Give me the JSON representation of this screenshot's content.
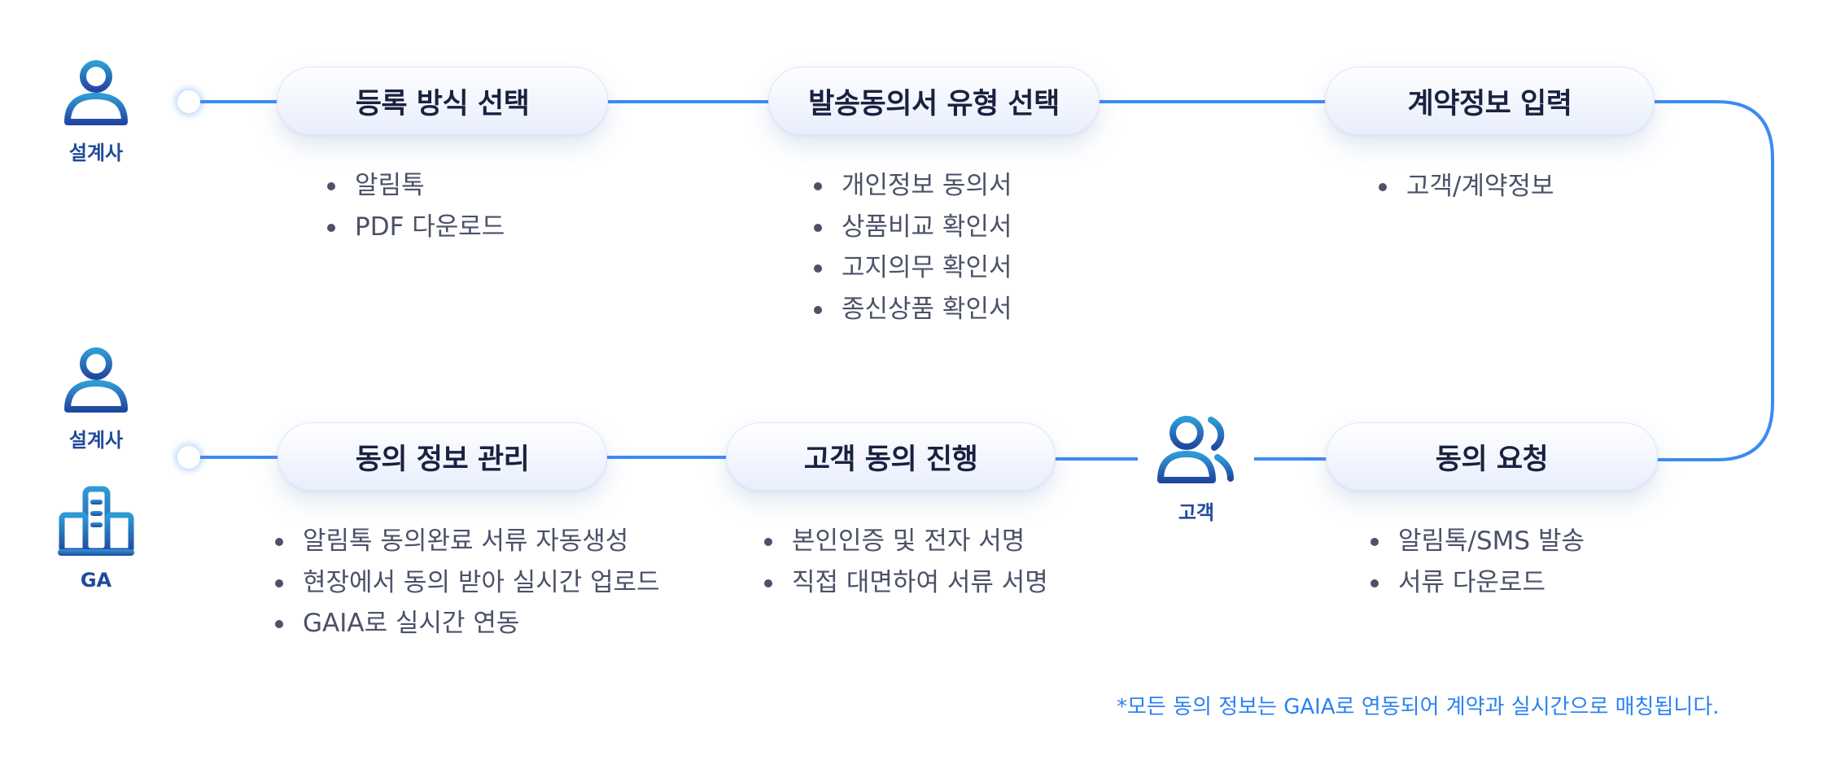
{
  "colors": {
    "line": "#3d8bf2",
    "actor_label": "#1f4a9b",
    "pill_title": "#1a2140",
    "item_text": "#4b5168",
    "footnote": "#2b82f0"
  },
  "actors": {
    "top_planner": {
      "icon": "person-icon",
      "label": "설계사"
    },
    "bottom_planner": {
      "icon": "person-icon",
      "label": "설계사"
    },
    "ga": {
      "icon": "building-icon",
      "label": "GA"
    },
    "customer": {
      "icon": "users-icon",
      "label": "고객"
    }
  },
  "top_row": [
    {
      "title": "등록 방식 선택",
      "items": [
        "알림톡",
        "PDF 다운로드"
      ]
    },
    {
      "title": "발송동의서 유형 선택",
      "items": [
        "개인정보 동의서",
        "상품비교 확인서",
        "고지의무 확인서",
        "종신상품 확인서"
      ]
    },
    {
      "title": "계약정보 입력",
      "items": [
        "고객/계약정보"
      ]
    }
  ],
  "bottom_row": [
    {
      "title": "동의 정보 관리",
      "items": [
        "알림톡 동의완료 서류 자동생성",
        "현장에서 동의 받아 실시간 업로드",
        "GAIA로 실시간 연동"
      ]
    },
    {
      "title": "고객 동의 진행",
      "items": [
        "본인인증 및 전자 서명",
        "직접 대면하여 서류 서명"
      ]
    },
    {
      "title": "동의 요청",
      "items": [
        "알림톡/SMS 발송",
        "서류 다운로드"
      ]
    }
  ],
  "footnote": "*모든 동의 정보는 GAIA로 연동되어 계약과 실시간으로 매칭됩니다."
}
